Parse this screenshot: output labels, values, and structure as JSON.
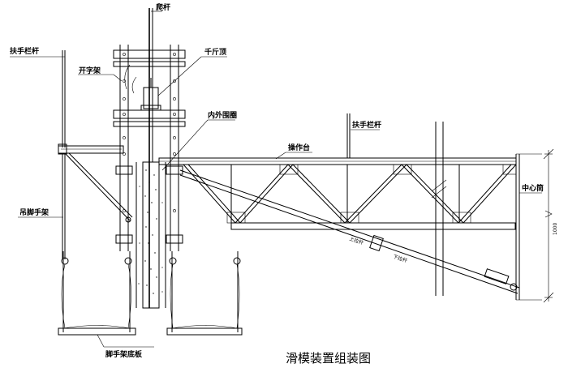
{
  "caption": "滑模装置组装图",
  "labels": {
    "climbing_rod": "爬杆",
    "handrail_left": "扶手栏杆",
    "yoke_frame": "开字架",
    "jack": "千斤顶",
    "inner_outer_ring": "内外围圈",
    "handrail_right": "扶手栏杆",
    "platform": "操作台",
    "hanging_scaffold": "吊脚手架",
    "center_drum": "中心筒",
    "scaffold_board": "脚手架底板",
    "upper_rod": "上拉杆",
    "lower_rod": "下拉杆",
    "dimension": "1000"
  }
}
